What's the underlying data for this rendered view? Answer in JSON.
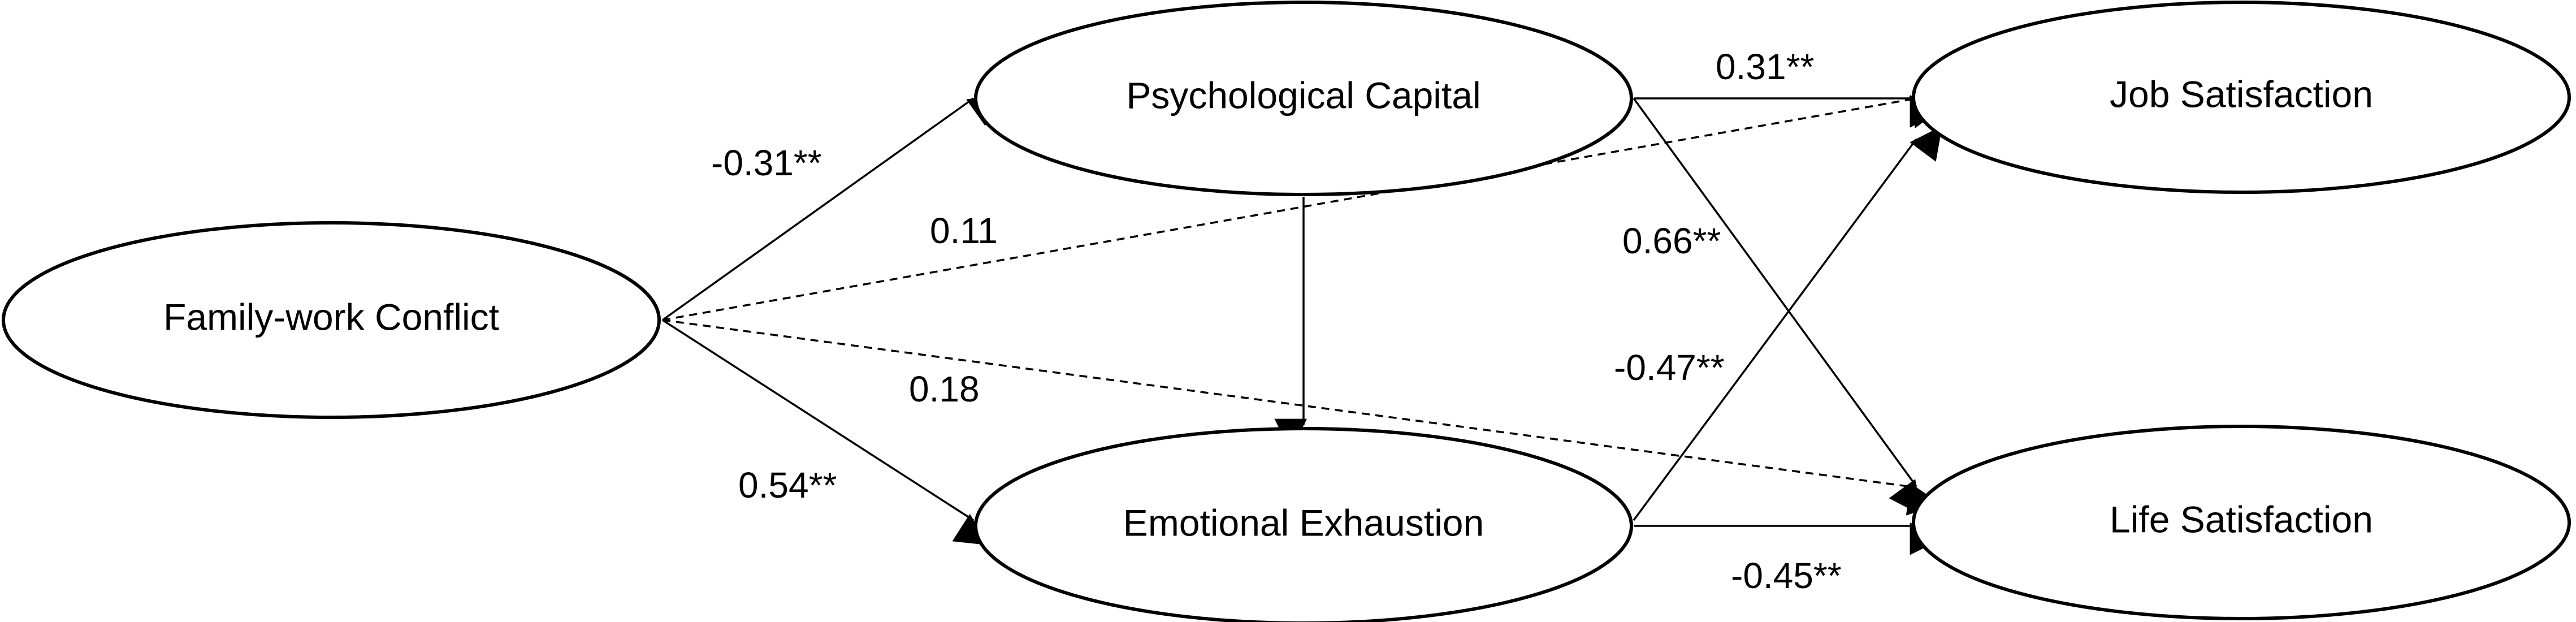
{
  "nodes": {
    "family_work_conflict": "Family-work Conflict",
    "psychological_capital": "Psychological Capital",
    "emotional_exhaustion": "Emotional Exhaustion",
    "job_satisfaction": "Job Satisfaction",
    "life_satisfaction": "Life Satisfaction"
  },
  "paths": {
    "fwc_to_psycap": {
      "coefficient": "-0.31**",
      "line_style": "solid"
    },
    "fwc_to_ee": {
      "coefficient": "0.54**",
      "line_style": "solid"
    },
    "fwc_to_job": {
      "coefficient": "0.11",
      "line_style": "dashed"
    },
    "fwc_to_life": {
      "coefficient": "0.18",
      "line_style": "dashed"
    },
    "psycap_to_job": {
      "coefficient": "0.31**",
      "line_style": "solid"
    },
    "psycap_to_life": {
      "coefficient": "0.66**",
      "line_style": "solid"
    },
    "psycap_to_ee": {
      "coefficient": "",
      "line_style": "solid"
    },
    "ee_to_job": {
      "coefficient": "-0.47**",
      "line_style": "solid"
    },
    "ee_to_life": {
      "coefficient": "-0.45**",
      "line_style": "solid"
    }
  },
  "colors": {
    "stroke": "#000000",
    "background": "#ffffff"
  }
}
